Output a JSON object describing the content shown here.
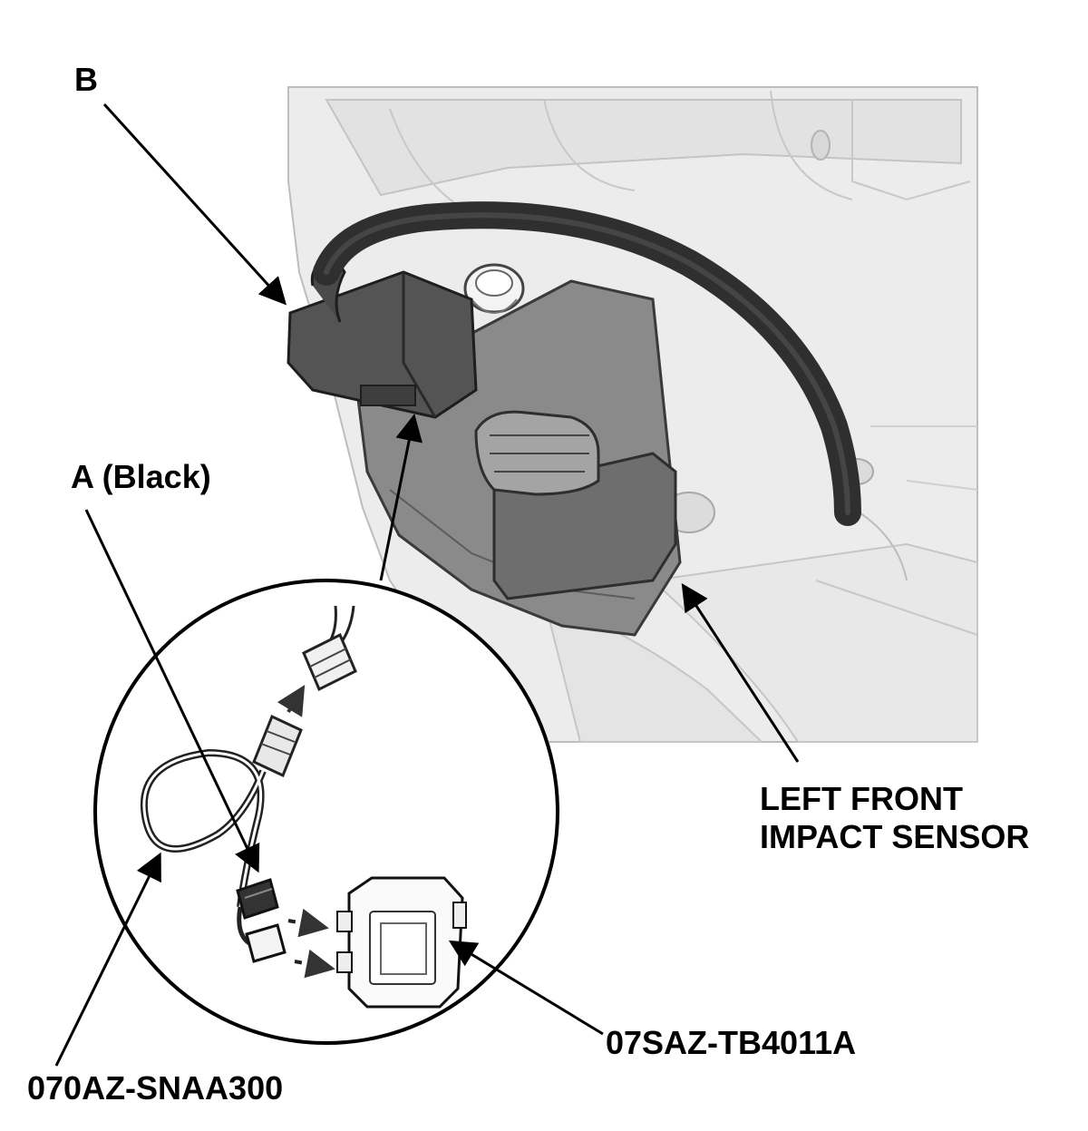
{
  "labels": {
    "connector_b": "B",
    "connector_a": "A (Black)",
    "sensor_line1": "LEFT FRONT",
    "sensor_line2": "IMPACT SENSOR",
    "adapter_part": "07SAZ-TB4011A",
    "harness_part": "070AZ-SNAA300"
  },
  "colors": {
    "background": "#ffffff",
    "body_panel": "#eaeaea",
    "body_panel_shadow": "#d4d4d4",
    "sensor_dark": "#5a5a5a",
    "sensor_mid": "#7a7a7a",
    "harness": "#3a3a3a",
    "line": "#000000"
  }
}
